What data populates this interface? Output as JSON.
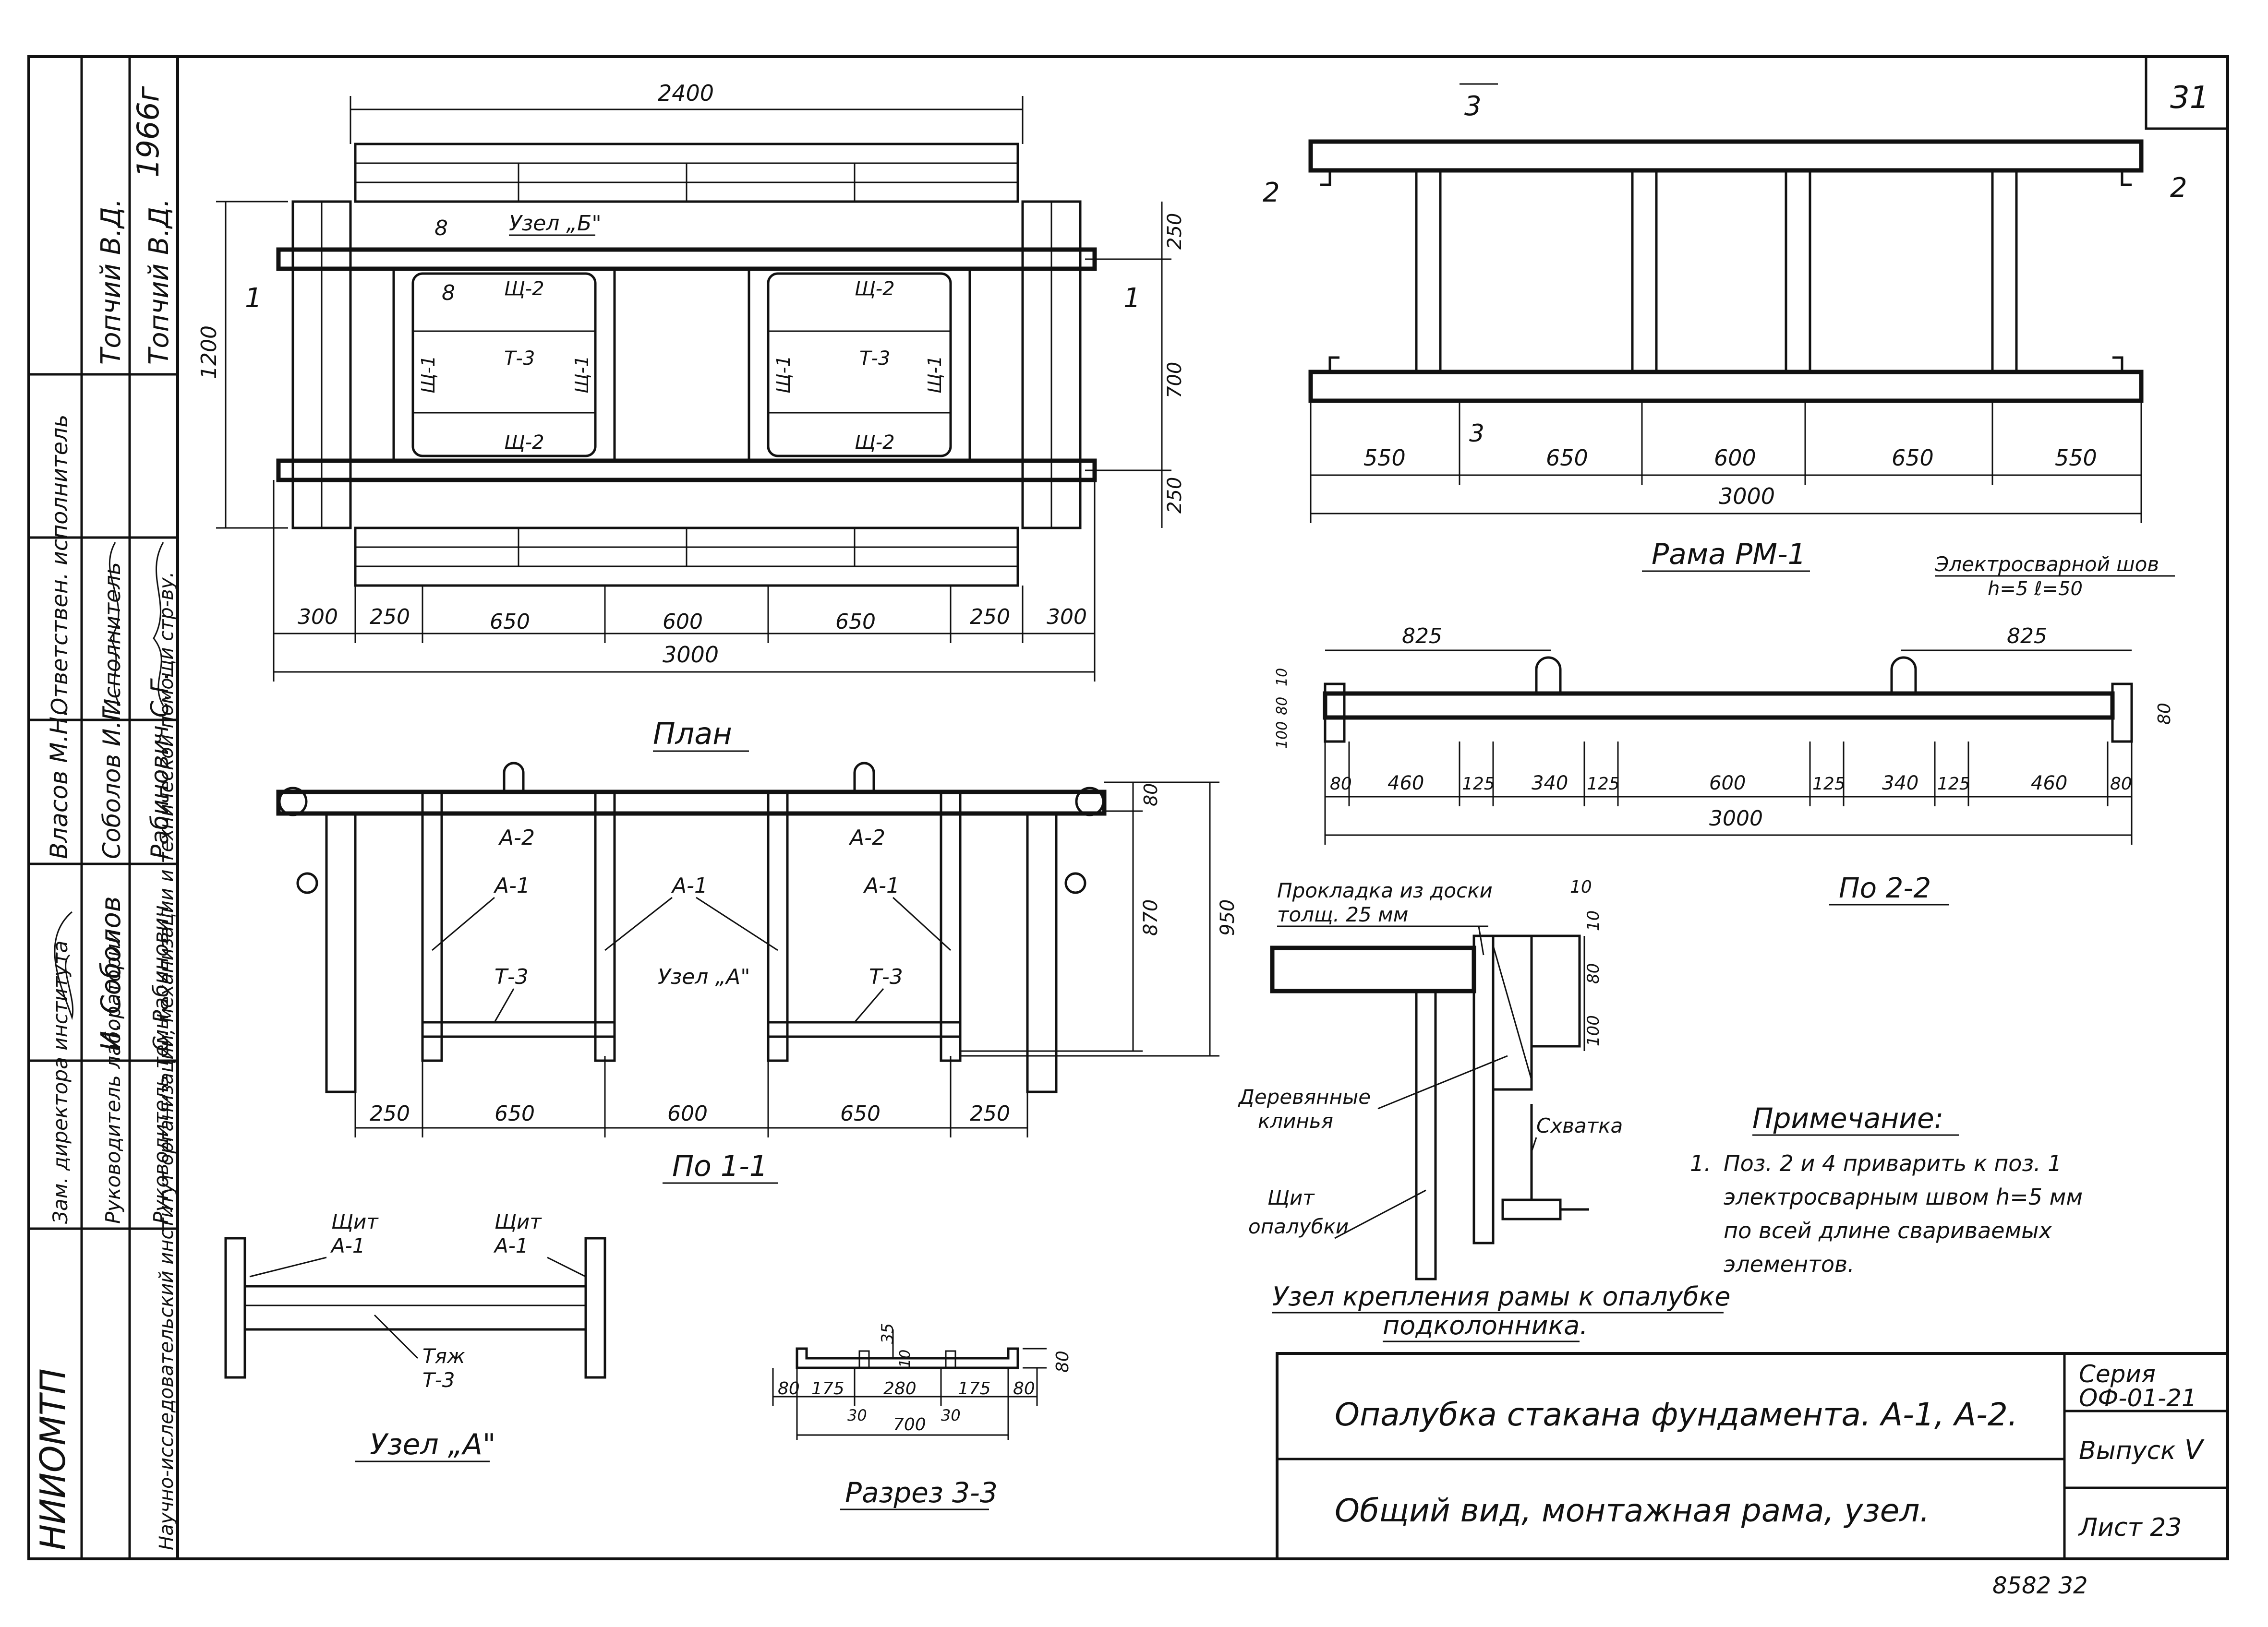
{
  "sheet_number": "31",
  "stamp": {
    "year": "1966г",
    "rows": [
      {
        "role": "Зам. директора института",
        "name": "Власов М.Н."
      },
      {
        "role": "Руководитель лаборатории",
        "name": "Соболов И.Г."
      },
      {
        "role": "Руководитель темы",
        "name": "Рабинович С.Г."
      },
      {
        "role": "Ответствен. исполнитель",
        "name": "Топчий В.Д."
      },
      {
        "role": "Исполнитель",
        "name": "Топчий В.Д."
      }
    ],
    "signature_under": "И. Соболов",
    "signature_under_2": "С. Рабинович",
    "org_short": "НИИОМТП",
    "org_full": "Научно-исследовательский институт организации, механизации и технической помощи стр-ву."
  },
  "plan": {
    "caption": "План",
    "dim_top": "2400",
    "dim_left": "1200",
    "dims_right": [
      "250",
      "700",
      "250"
    ],
    "dims_bottom": [
      "300",
      "250",
      "650",
      "600",
      "650",
      "250",
      "300"
    ],
    "dim_total": "3000",
    "node_b": "Узел „Б\"",
    "mark_8": "8",
    "mark_1": "1",
    "panels": [
      "Щ-2",
      "Щ-1",
      "Т-3",
      "Щ-1",
      "Щ-2"
    ]
  },
  "section_1_1": {
    "caption": "По 1-1",
    "labels": [
      "А-2",
      "А-1",
      "А-1",
      "А-1",
      "А-2",
      "А-1",
      "Т-3",
      "Т-3"
    ],
    "node_a": "Узел „А\"",
    "dims_bottom": [
      "250",
      "650",
      "600",
      "650",
      "250"
    ],
    "dims_right": [
      "80",
      "870",
      "950"
    ]
  },
  "frame_rm1": {
    "caption": "Рама РМ-1",
    "mark_3": "3",
    "mark_2": "2",
    "dims": [
      "550",
      "650",
      "600",
      "650",
      "550"
    ],
    "dim_total": "3000"
  },
  "weld_note": {
    "title": "Электросварной шов",
    "params": "h=5   ℓ=50"
  },
  "section_2_2": {
    "caption": "По 2-2",
    "dims_top": [
      "825",
      "825"
    ],
    "dims_left": [
      "100",
      "80",
      "10"
    ],
    "dim_right": "80",
    "dims_bottom": [
      "80",
      "460",
      "125",
      "340",
      "125",
      "600",
      "125",
      "340",
      "125",
      "460",
      "80"
    ],
    "dim_total": "3000"
  },
  "node_detail": {
    "label_pad": "Прокладка из доски",
    "label_pad2": "толщ. 25 мм",
    "label_wedges": "Деревянные",
    "label_wedges2": "клинья",
    "label_clamp": "Схватка",
    "label_shield": "Щит",
    "label_shield2": "опалубки",
    "dims": [
      "10",
      "10",
      "80",
      "100"
    ],
    "caption": "Узел крепления рамы к опалубке",
    "caption2": "подколонника."
  },
  "note": {
    "title": "Примечание:",
    "num": "1.",
    "text": [
      "Поз. 2 и 4 приварить к поз. 1",
      "электросварным швом  h=5 мм",
      "по всей длине свариваемых",
      "элементов."
    ]
  },
  "node_a_detail": {
    "caption": "Узел „А\"",
    "labels": [
      "Щит",
      "А-1",
      "Щит",
      "А-1",
      "Тяж",
      "Т-3"
    ]
  },
  "section_3_3": {
    "caption": "Разрез 3-3",
    "dims_top": [
      "35",
      "10"
    ],
    "dim_right": "80",
    "dims_bottom": [
      "80",
      "175",
      "280",
      "175",
      "80"
    ],
    "dims_sub": [
      "30",
      "30"
    ],
    "dim_total": "700"
  },
  "title_block": {
    "title": "Опалубка стакана фундамента. А-1, А-2.",
    "subtitle": "Общий вид, монтажная рама, узел.",
    "series_label": "Серия",
    "series": "ОФ-01-21",
    "issue": "Выпуск",
    "issue_num": "V",
    "sheet": "Лист 23"
  },
  "footer_code": "8582   32"
}
